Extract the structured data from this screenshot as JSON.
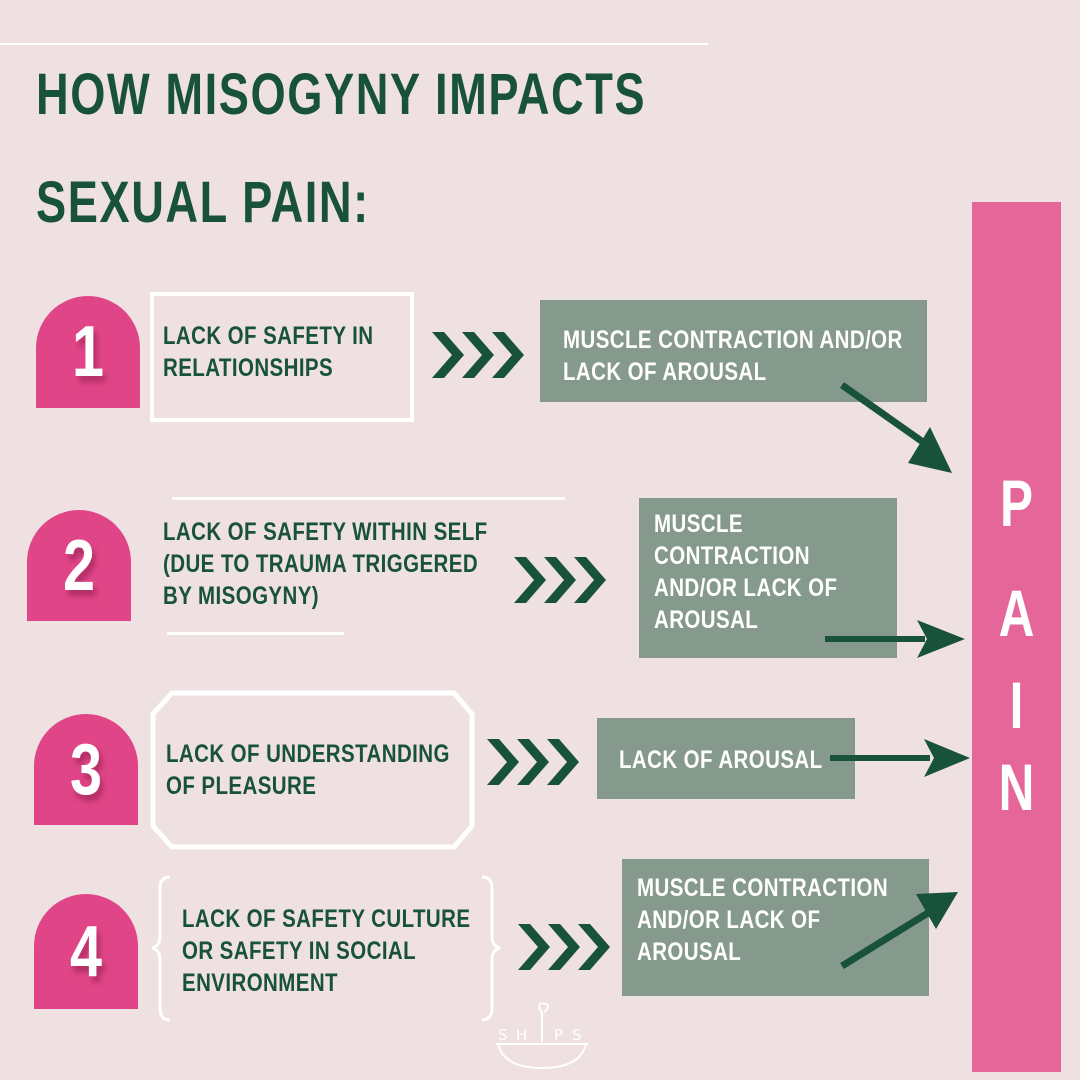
{
  "title": {
    "line1": "HOW MISOGYNY IMPACTS",
    "line2": "SEXUAL PAIN:"
  },
  "colors": {
    "background": "#efe1e1",
    "dark_green": "#18523a",
    "badge_pink": "#e04587",
    "pain_pink": "#e5679a",
    "effect_box": "#85998c"
  },
  "rows": [
    {
      "number": "1",
      "cause": [
        "LACK OF SAFETY IN",
        "RELATIONSHIPS"
      ],
      "effect": [
        "MUSCLE CONTRACTION AND/OR",
        "LACK OF AROUSAL"
      ]
    },
    {
      "number": "2",
      "cause": [
        "LACK OF SAFETY WITHIN SELF",
        "(DUE TO TRAUMA TRIGGERED",
        "BY MISOGYNY)"
      ],
      "effect": [
        "MUSCLE",
        "CONTRACTION",
        "AND/OR LACK OF",
        "AROUSAL"
      ]
    },
    {
      "number": "3",
      "cause": [
        "LACK OF UNDERSTANDING",
        "OF PLEASURE"
      ],
      "effect": [
        "LACK OF AROUSAL"
      ]
    },
    {
      "number": "4",
      "cause": [
        "LACK OF SAFETY CULTURE",
        "OR SAFETY IN SOCIAL",
        "ENVIRONMENT"
      ],
      "effect": [
        "MUSCLE CONTRACTION",
        "AND/OR LACK OF",
        "AROUSAL"
      ]
    }
  ],
  "pain": {
    "letters": [
      "P",
      "A",
      "I",
      "N"
    ]
  },
  "logo": {
    "text": "SHIPS",
    "letters": [
      "S",
      "H",
      "P",
      "S"
    ]
  }
}
